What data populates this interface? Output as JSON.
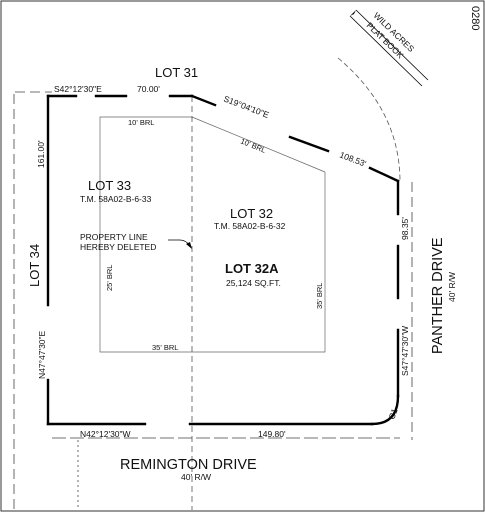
{
  "sheet_number": "0280",
  "lots": {
    "lot31": "LOT 31",
    "lot34": "LOT 34",
    "lot33": {
      "name": "LOT 33",
      "tax_map": "T.M. 58A02-B-6-33"
    },
    "lot32": {
      "name": "LOT 32",
      "tax_map": "T.M. 58A02-B-6-32"
    },
    "lot32a": {
      "name": "LOT 32A",
      "area": "25,124 SQ.FT."
    }
  },
  "deleted_line_note": [
    "PROPERTY LINE",
    "HEREBY DELETED"
  ],
  "bearings": {
    "north_left": "S42°12'30\"E",
    "north_right": "S19°04'10\"E",
    "west": "N47°47'30\"E",
    "south": "N42°12'30\"W",
    "east": "S47°47'30\"W"
  },
  "distances": {
    "north_left": "70.00'",
    "north_right": "108.53'",
    "west": "161.00'",
    "south": "149.80'",
    "east": "98.35'"
  },
  "curve_label": "C1",
  "setbacks": {
    "top_lot33": "10' BRL",
    "top_lot32": "10' BRL",
    "left": "25' BRL",
    "right": "35' BRL",
    "bottom": "35' BRL"
  },
  "streets": {
    "remington": {
      "name": "REMINGTON DRIVE",
      "row": "40' R/W"
    },
    "panther": {
      "name": "PANTHER DRIVE",
      "row": "40' R/W"
    }
  },
  "plat_book": [
    "WILD ACRES",
    "PLAT BOOK"
  ]
}
